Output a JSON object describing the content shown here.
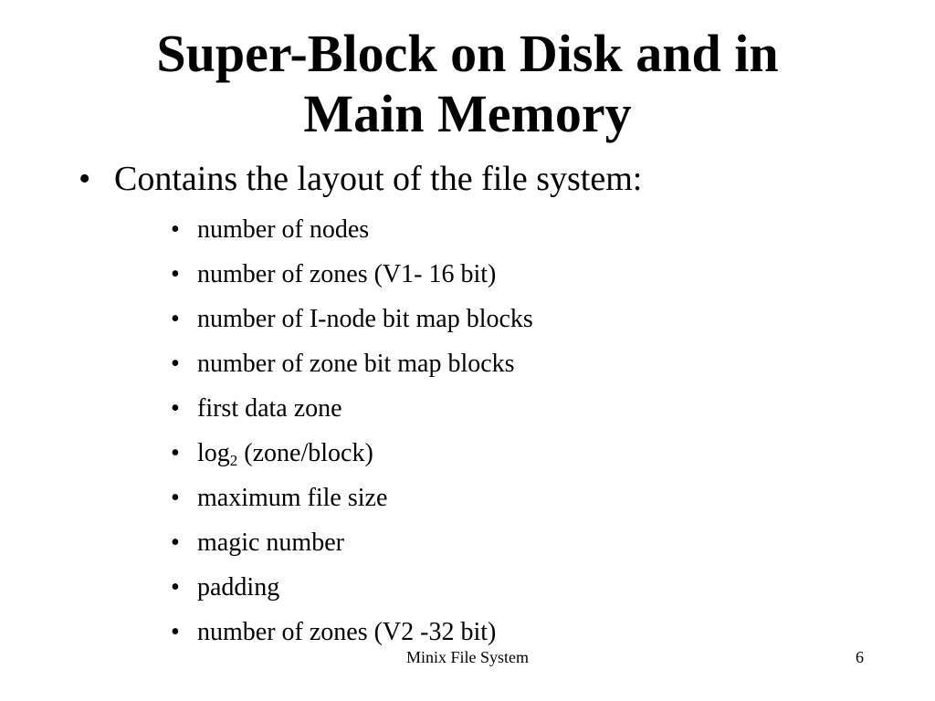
{
  "slide": {
    "title_line1": "Super-Block on Disk and in",
    "title_line2": "Main Memory",
    "main_bullet": "Contains the layout of the file system:",
    "bullet_char": "•",
    "items": [
      "number of nodes",
      "number of zones (V1- 16 bit)",
      "number of I-node bit map blocks",
      "number of zone bit map blocks",
      "first data zone",
      {
        "base": "log",
        "subscript": "2",
        "rest": " (zone/block)"
      },
      "maximum file size",
      "magic number",
      "padding",
      "number of zones (V2 -32 bit)"
    ]
  },
  "footer": {
    "center_text": "Minix File System",
    "page_number": "6"
  }
}
